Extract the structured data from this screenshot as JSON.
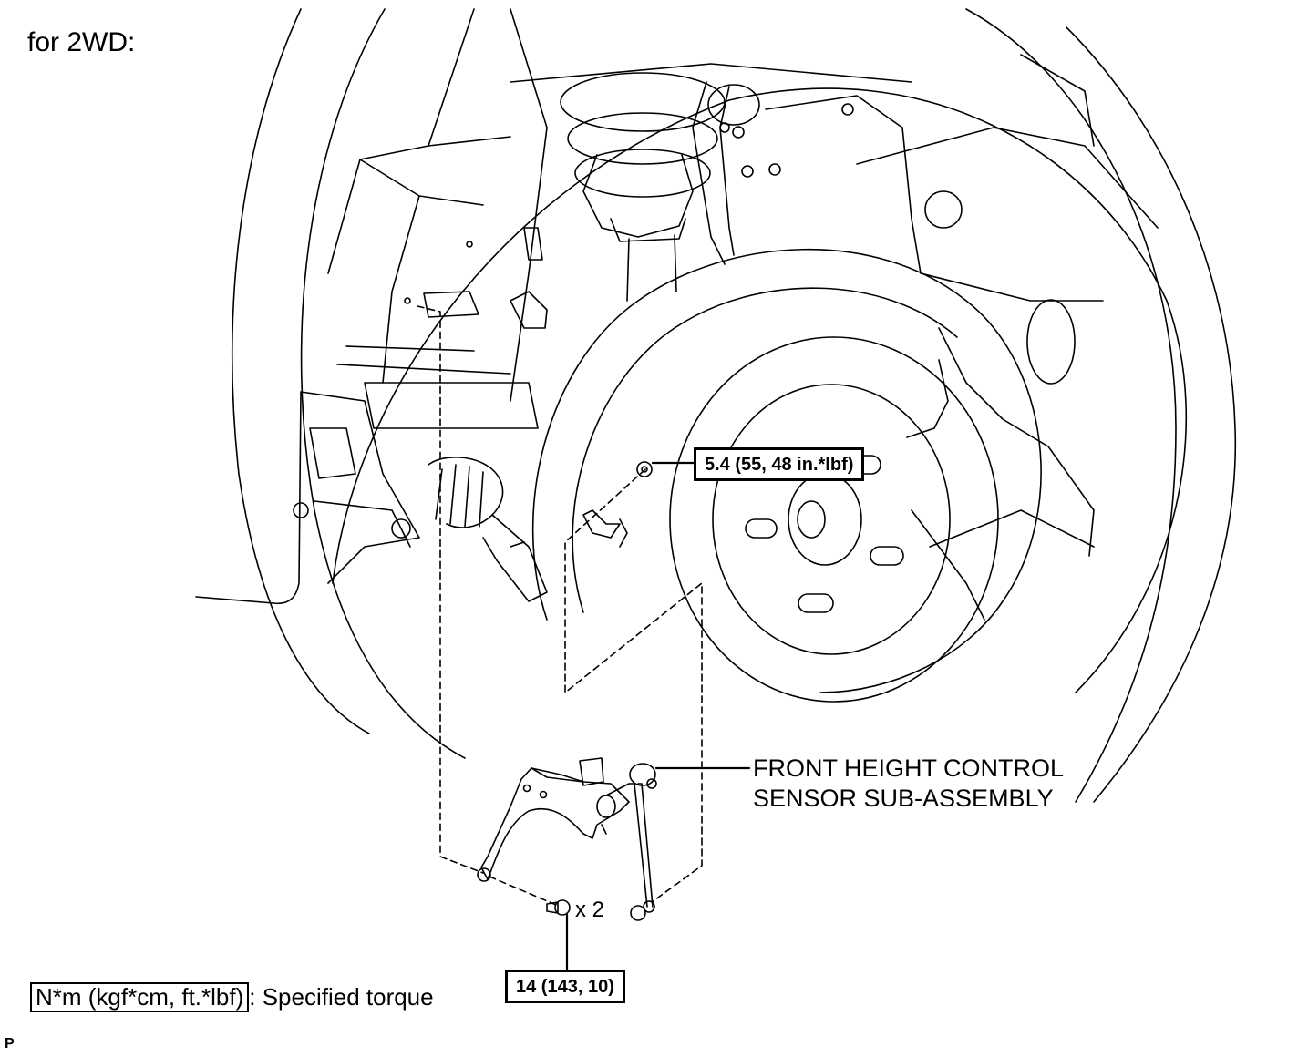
{
  "heading": "for 2WD:",
  "callout": {
    "line1": "FRONT HEIGHT CONTROL",
    "line2": "SENSOR SUB-ASSEMBLY"
  },
  "torques": {
    "upper_nut": "5.4 (55, 48 in.*lbf)",
    "lower_bolts": "14 (143, 10)"
  },
  "quantity": "x 2",
  "legend": {
    "unit_box": "N*m (kgf*cm, ft.*lbf)",
    "description": ": Specified torque"
  },
  "corner_mark": "P",
  "colors": {
    "line": "#000000",
    "background": "#ffffff"
  }
}
